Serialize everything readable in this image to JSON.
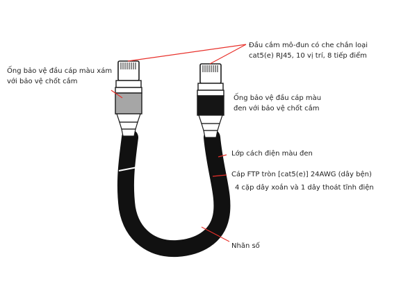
{
  "colors": {
    "leader": "#e8302a",
    "cable": "#111111",
    "outline": "#1a1a1a",
    "boot_grey": "#a6a6a6",
    "boot_black": "#151515",
    "text": "#222222"
  },
  "labels": {
    "connector": [
      "Đầu cắm mô-đun có che chắn loại",
      "cat5(e) RJ45, 10 vị trí, 8 tiếp điểm"
    ],
    "grey_boot": [
      "Ống bảo vệ đầu cáp màu xám",
      "với bảo vệ chốt cắm"
    ],
    "black_boot": [
      "Ống bảo vệ đầu cáp màu",
      "đen với bảo vệ chốt cắm"
    ],
    "jacket": "Lớp cách điện màu đen",
    "cable_type": [
      "Cáp FTP tròn [cat5(e)] 24AWG (dây bện)",
      "4 cặp dây xoắn và 1 dây thoát tĩnh điện"
    ],
    "number_tag": "Nhãn số"
  }
}
